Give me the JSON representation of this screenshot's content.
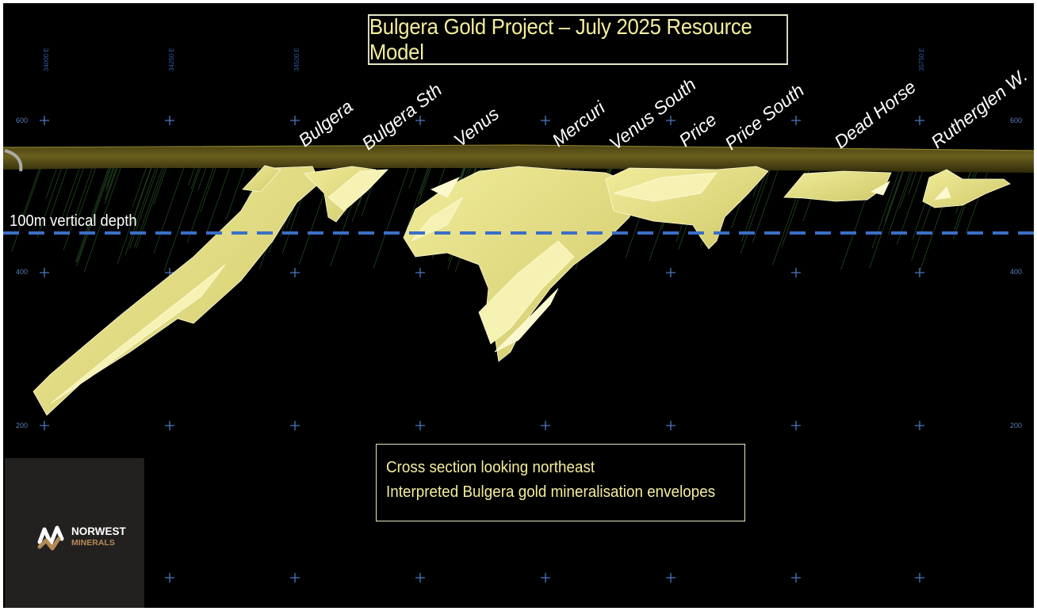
{
  "title": "Bulgera Gold Project – July 2025 Resource Model",
  "deposits": [
    "Bulgera",
    "Bulgera Sth",
    "Venus",
    "Mercuri",
    "Venus South",
    "Price",
    "Price South",
    "Dead Horse",
    "Rutherglen W."
  ],
  "depth_label": "100m vertical depth",
  "caption_lines": [
    "Cross section looking northeast",
    "Interpreted Bulgera gold mineralisation envelopes"
  ],
  "logo": {
    "name": "NORWEST",
    "sub": "MINERALS"
  },
  "grid": {
    "easting_labels": [
      "34000 E",
      "34250 E",
      "34500 E",
      "35750 E"
    ],
    "elevation_labels": [
      "600",
      "400",
      "200"
    ]
  },
  "colors": {
    "background": "#000000",
    "mineralisation": "#e9e58f",
    "surface": "#5b5218",
    "depth_line": "#3a6fc6",
    "text_yellow": "#f3ee9c",
    "logo_bg": "#232120",
    "logo_gold": "#b58a57"
  }
}
